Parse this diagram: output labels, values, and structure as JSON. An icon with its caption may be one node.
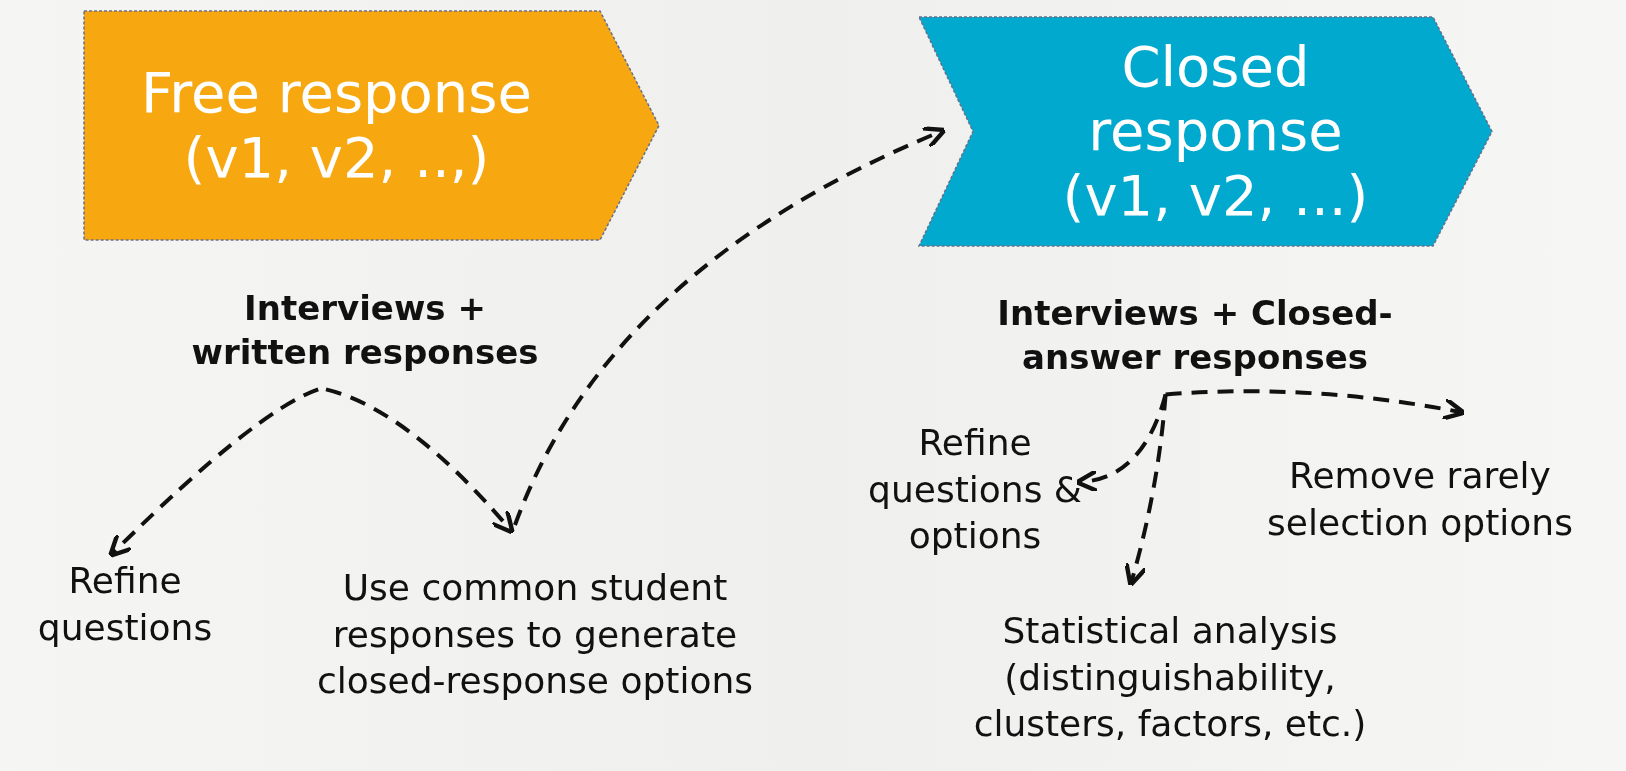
{
  "diagram": {
    "nodes": [
      {
        "text": [
          "Free response (v1, v2, ..,)"
        ]
      },
      {
        "text": [
          "Closed response (v1, v2, ...)"
        ]
      },
      {
        "text": [
          "Interviews + written responses"
        ]
      },
      {
        "text": [
          "Refine questions"
        ]
      },
      {
        "text": [
          "Use common student responses to generate closed-response options"
        ]
      },
      {
        "text": [
          "Interviews + Closed-answer responses"
        ]
      },
      {
        "text": [
          "Refine questions & options"
        ]
      },
      {
        "text": [
          "Remove rarely selection options"
        ]
      },
      {
        "text": [
          "Statistical analysis (distinguishability, clusters, factors, etc.)"
        ]
      }
    ],
    "edges": [
      {
        "from": 2,
        "to": 3,
        "arrow": "to",
        "style": "dashed"
      },
      {
        "from": 2,
        "to": 4,
        "arrow": "to",
        "style": "dashed"
      },
      {
        "from": 4,
        "to": 1,
        "arrow": "to",
        "style": "dashed"
      },
      {
        "from": 5,
        "to": 6,
        "arrow": "to",
        "style": "dashed"
      },
      {
        "from": 5,
        "to": 7,
        "arrow": "to",
        "style": "dashed"
      },
      {
        "from": 5,
        "to": 8,
        "arrow": "to",
        "style": "dashed"
      }
    ]
  }
}
